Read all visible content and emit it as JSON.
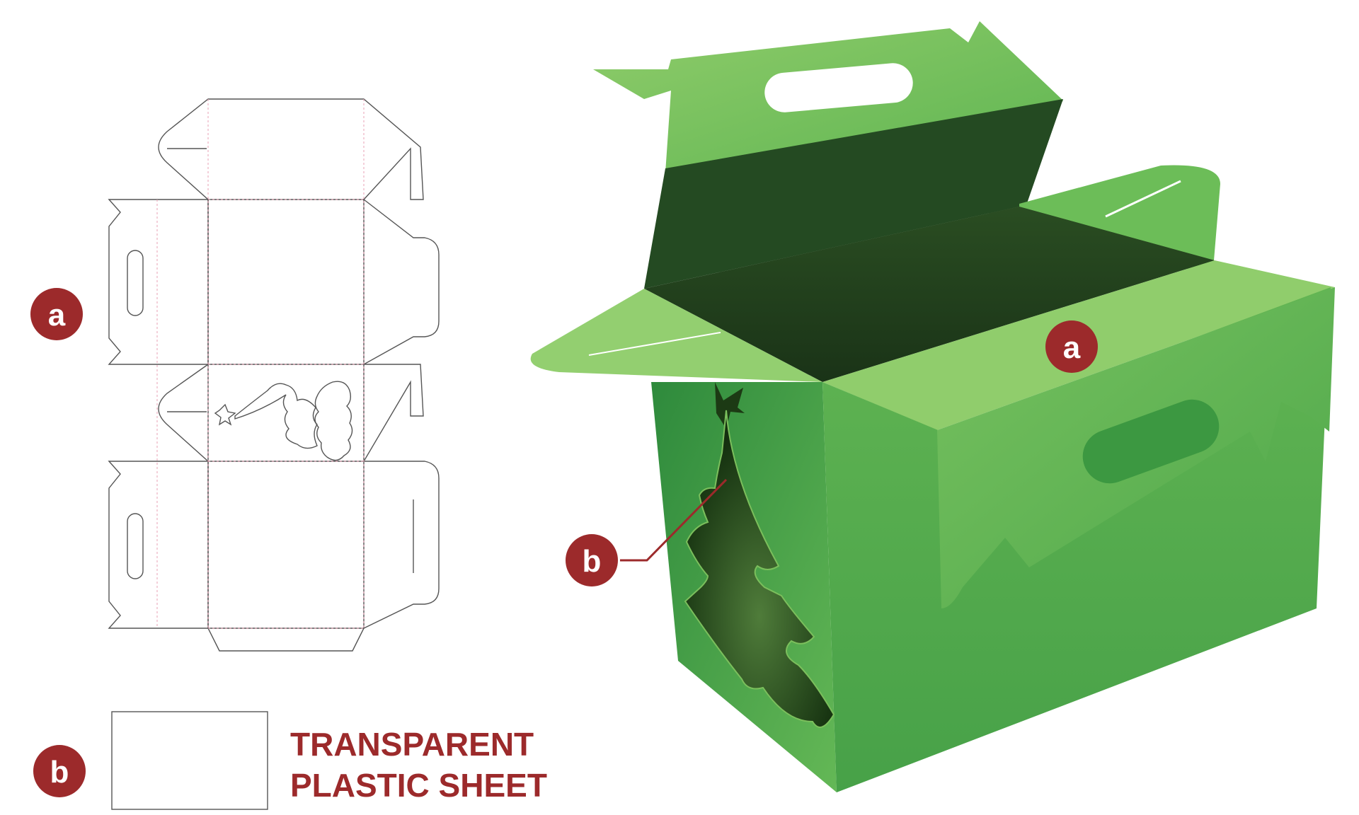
{
  "labels": {
    "a": "a",
    "b": "b",
    "sheet_line1": "TRANSPARENT",
    "sheet_line2": "PLASTIC SHEET"
  },
  "colors": {
    "badge": "#9c2a2b",
    "label_text": "#9c2a2b",
    "cut_line": "#555555",
    "fold_line": "#e8a0b4",
    "box_light": "#8fcc6a",
    "box_mid": "#5fb552",
    "box_dark": "#2e8a3c",
    "box_inner": "#1f3f1c",
    "window": "#1c3a14"
  }
}
